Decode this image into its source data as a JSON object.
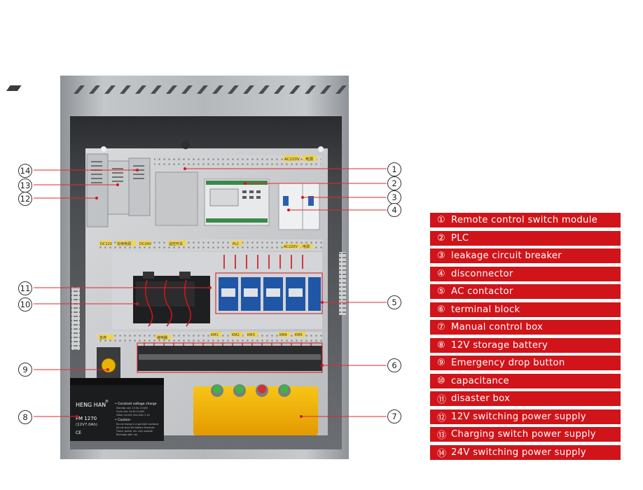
{
  "legend": {
    "items": [
      {
        "num": "①",
        "label": "Remote control switch module"
      },
      {
        "num": "②",
        "label": "PLC"
      },
      {
        "num": "③",
        "label": "leakage circuit breaker"
      },
      {
        "num": "④",
        "label": "disconnector"
      },
      {
        "num": "⑤",
        "label": "AC contactor"
      },
      {
        "num": "⑥",
        "label": "terminal block"
      },
      {
        "num": "⑦",
        "label": "Manual control box"
      },
      {
        "num": "⑧",
        "label": "12V storage battery"
      },
      {
        "num": "⑨",
        "label": "Emergency drop button"
      },
      {
        "num": "⑩",
        "label": "capacitance"
      },
      {
        "num": "⑪",
        "label": "disaster box"
      },
      {
        "num": "⑫",
        "label": "12V switching power supply"
      },
      {
        "num": "⑬",
        "label": "Charging switch power supply"
      },
      {
        "num": "⑭",
        "label": "24V switching power supply"
      }
    ]
  },
  "callouts": {
    "c1": "1",
    "c2": "2",
    "c3": "3",
    "c4": "4",
    "c5": "5",
    "c6": "6",
    "c7": "7",
    "c8": "8",
    "c9": "9",
    "c10": "10",
    "c11": "11",
    "c12": "12",
    "c13": "13",
    "c14": "14"
  },
  "panel_labels": {
    "top_ac": "AC220V",
    "top_right": "电源",
    "dc12v": "DC12V",
    "charge": "充电电源",
    "dc24v": "DC24V",
    "remote": "遥控开关",
    "plc": "PLC",
    "ac220v": "AC220V",
    "power": "电源",
    "emergency": "急停",
    "relay": "继电器",
    "km1": "KM1",
    "km2": "KM2",
    "km3": "KM3",
    "km4": "KM4",
    "km5": "KM5"
  },
  "battery": {
    "brand": "HENG HAN",
    "registered": "®",
    "model": "FM 1270",
    "spec": "(12V7.0Ah)",
    "heading": "• Constant voltage charge",
    "line1": "Standby use: 13.50-13.80V",
    "line2": "Cycle use: 14.40-15.00V",
    "line3": "Initial current: less than 2.1A",
    "caution": "• Caution:",
    "c1": "Do not charge in a gas tight container",
    "c2": "Do not short the battery terminals",
    "c3": "Flame, sparks, etc. may explode",
    "c4": "Recharge after use",
    "ce": "CE"
  },
  "colors": {
    "legend_bg": "#d0141a",
    "legend_text": "#ffffff",
    "cabinet_steel": "#a9adb1",
    "control_box": "#f0b400",
    "contactor": "#1f57a6"
  }
}
